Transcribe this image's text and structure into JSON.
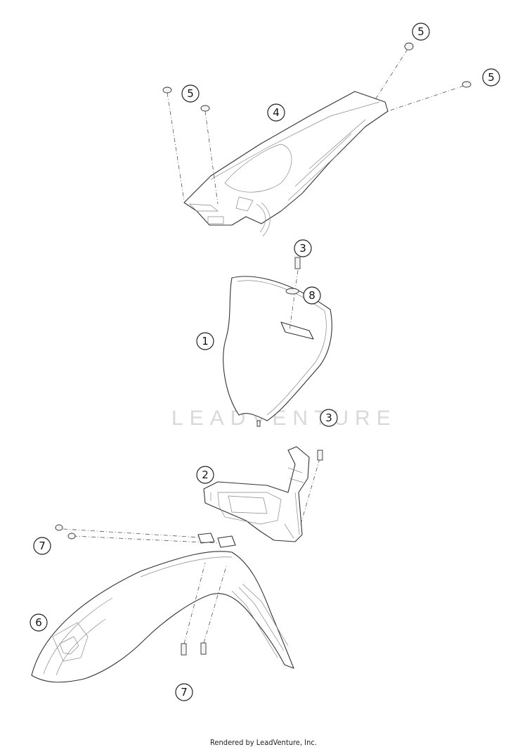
{
  "callouts": {
    "c1": "1",
    "c2": "2",
    "c3a": "3",
    "c3b": "3",
    "c4": "4",
    "c5a": "5",
    "c5b": "5",
    "c5c": "5",
    "c6": "6",
    "c7a": "7",
    "c7b": "7",
    "c8": "8"
  },
  "watermark": "LEADVENTURE",
  "footer": "Rendered by LeadVenture, Inc."
}
